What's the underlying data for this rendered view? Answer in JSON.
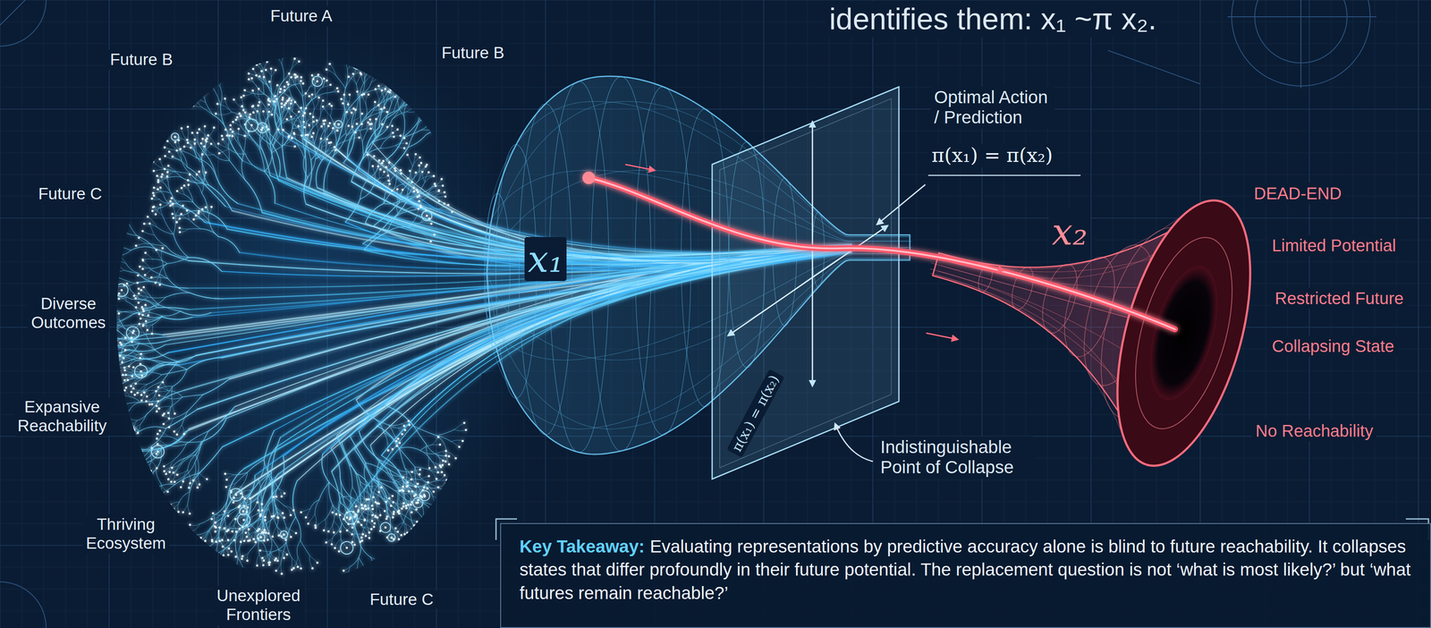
{
  "diagram": {
    "nodes": [
      {
        "text": [
          "Key Takeaway:",
          "Evaluating representations by predictive accuracy alone is blind to future reachability. It collapses states that differ profoundly in their future potential. The replacement question is not ‘what is most likely?’ but ‘what futures remain reachable?’"
        ]
      }
    ],
    "labels": [
      "identifies them: x₁ ~π x₂.",
      "Future A",
      "Future B",
      "Future B",
      "Future C",
      "Diverse Outcomes",
      "Expansive Reachability",
      "Thriving Ecosystem",
      "Unexplored Frontiers",
      "Future C",
      "x₁",
      "Optimal Action / Prediction",
      "π(x₁) = π(x₂)",
      "π(x₁) = π(x₂)",
      "Indistinguishable Point of Collapse",
      "x₂",
      "DEAD-END",
      "Limited Potential",
      "Restricted Future",
      "Collapsing State",
      "No Reachability"
    ]
  }
}
